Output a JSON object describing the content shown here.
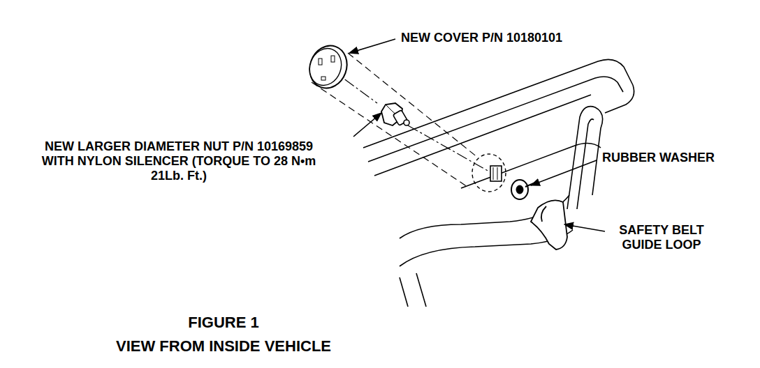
{
  "diagram": {
    "title": "FIGURE 1",
    "caption": "VIEW FROM INSIDE VEHICLE",
    "labels": [
      "NEW COVER P/N 10180101",
      "NEW LARGER DIAMETER NUT P/N 10169859 WITH NYLON SILENCER (TORQUE TO 28 N•m 21Lb. Ft.)",
      "RUBBER WASHER",
      "SAFETY BELT GUIDE LOOP"
    ]
  }
}
